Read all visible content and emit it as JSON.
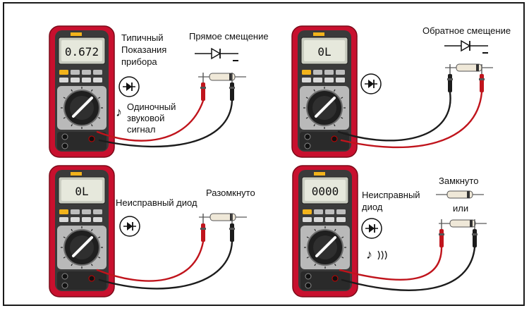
{
  "colors": {
    "meter_red": "#c8102e",
    "meter_dark": "#2b2b2b",
    "lcd_bg": "#e6e8dc",
    "lead_red": "#c0141c",
    "lead_black": "#1c1c1c"
  },
  "panels": [
    {
      "display": "0.672",
      "labels": [
        "Типичный",
        "Показания",
        "прибора"
      ],
      "bias_label": "Прямое смещение",
      "sound_label": [
        "Одиночный",
        "звуковой",
        "сигнал"
      ]
    },
    {
      "display": "0L",
      "bias_label": "Обратное смещение"
    },
    {
      "display": "0L",
      "status_label": "Неисправный диод",
      "state_label": "Разомкнуто"
    },
    {
      "display": "0000",
      "status_label": [
        "Неисправный",
        "диод"
      ],
      "state_label": "Замкнуто",
      "or_label": "или"
    }
  ],
  "icons": [
    "diode-icon",
    "music-note-icon",
    "sound-wave-icon"
  ]
}
